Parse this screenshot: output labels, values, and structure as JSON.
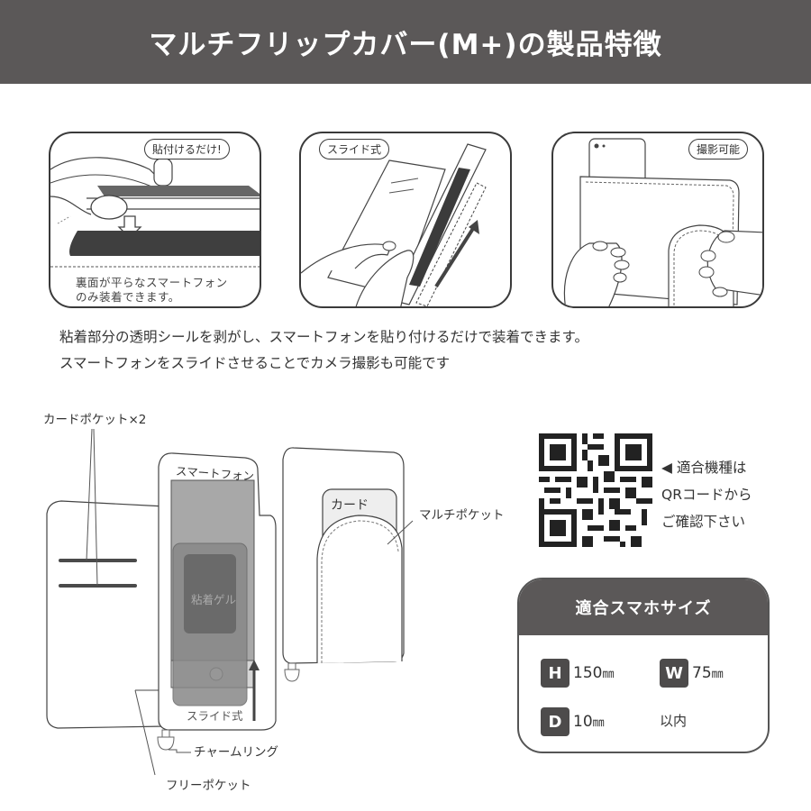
{
  "header": {
    "title": "マルチフリップカバー(M+)の製品特徴",
    "bg_color": "#5b5858"
  },
  "panels": [
    {
      "badge": "貼付けるだけ!",
      "caption_line1": "裏面が平らなスマートフォン",
      "caption_line2": "のみ装着できます。",
      "illustration": "attach-phone"
    },
    {
      "badge": "スライド式",
      "illustration": "slide-phone"
    },
    {
      "badge": "撮影可能",
      "illustration": "camera-shooting"
    }
  ],
  "description": {
    "line1": "粘着部分の透明シールを剥がし、スマートフォンを貼り付けるだけで装着できます。",
    "line2": "スマートフォンをスライドさせることでカメラ撮影も可能です"
  },
  "diagram": {
    "card_pocket_label": "カードポケット×2",
    "smartphone_label": "スマートフォン",
    "gel_label": "粘着ゲル",
    "slide_label": "スライド式",
    "charm_ring_label": "チャームリング",
    "free_pocket_label": "フリーポケット",
    "card_label": "カード",
    "multi_pocket_label": "マルチポケット"
  },
  "qr": {
    "line1": "◀ 適合機種は",
    "line2": "QRコードから",
    "line3": "ご確認下さい"
  },
  "size_box": {
    "title": "適合スマホサイズ",
    "height": {
      "key": "H",
      "value": "150",
      "unit": "㎜"
    },
    "width": {
      "key": "W",
      "value": "75",
      "unit": "㎜"
    },
    "depth": {
      "key": "D",
      "value": "10",
      "unit": "㎜"
    },
    "note": "以内"
  }
}
